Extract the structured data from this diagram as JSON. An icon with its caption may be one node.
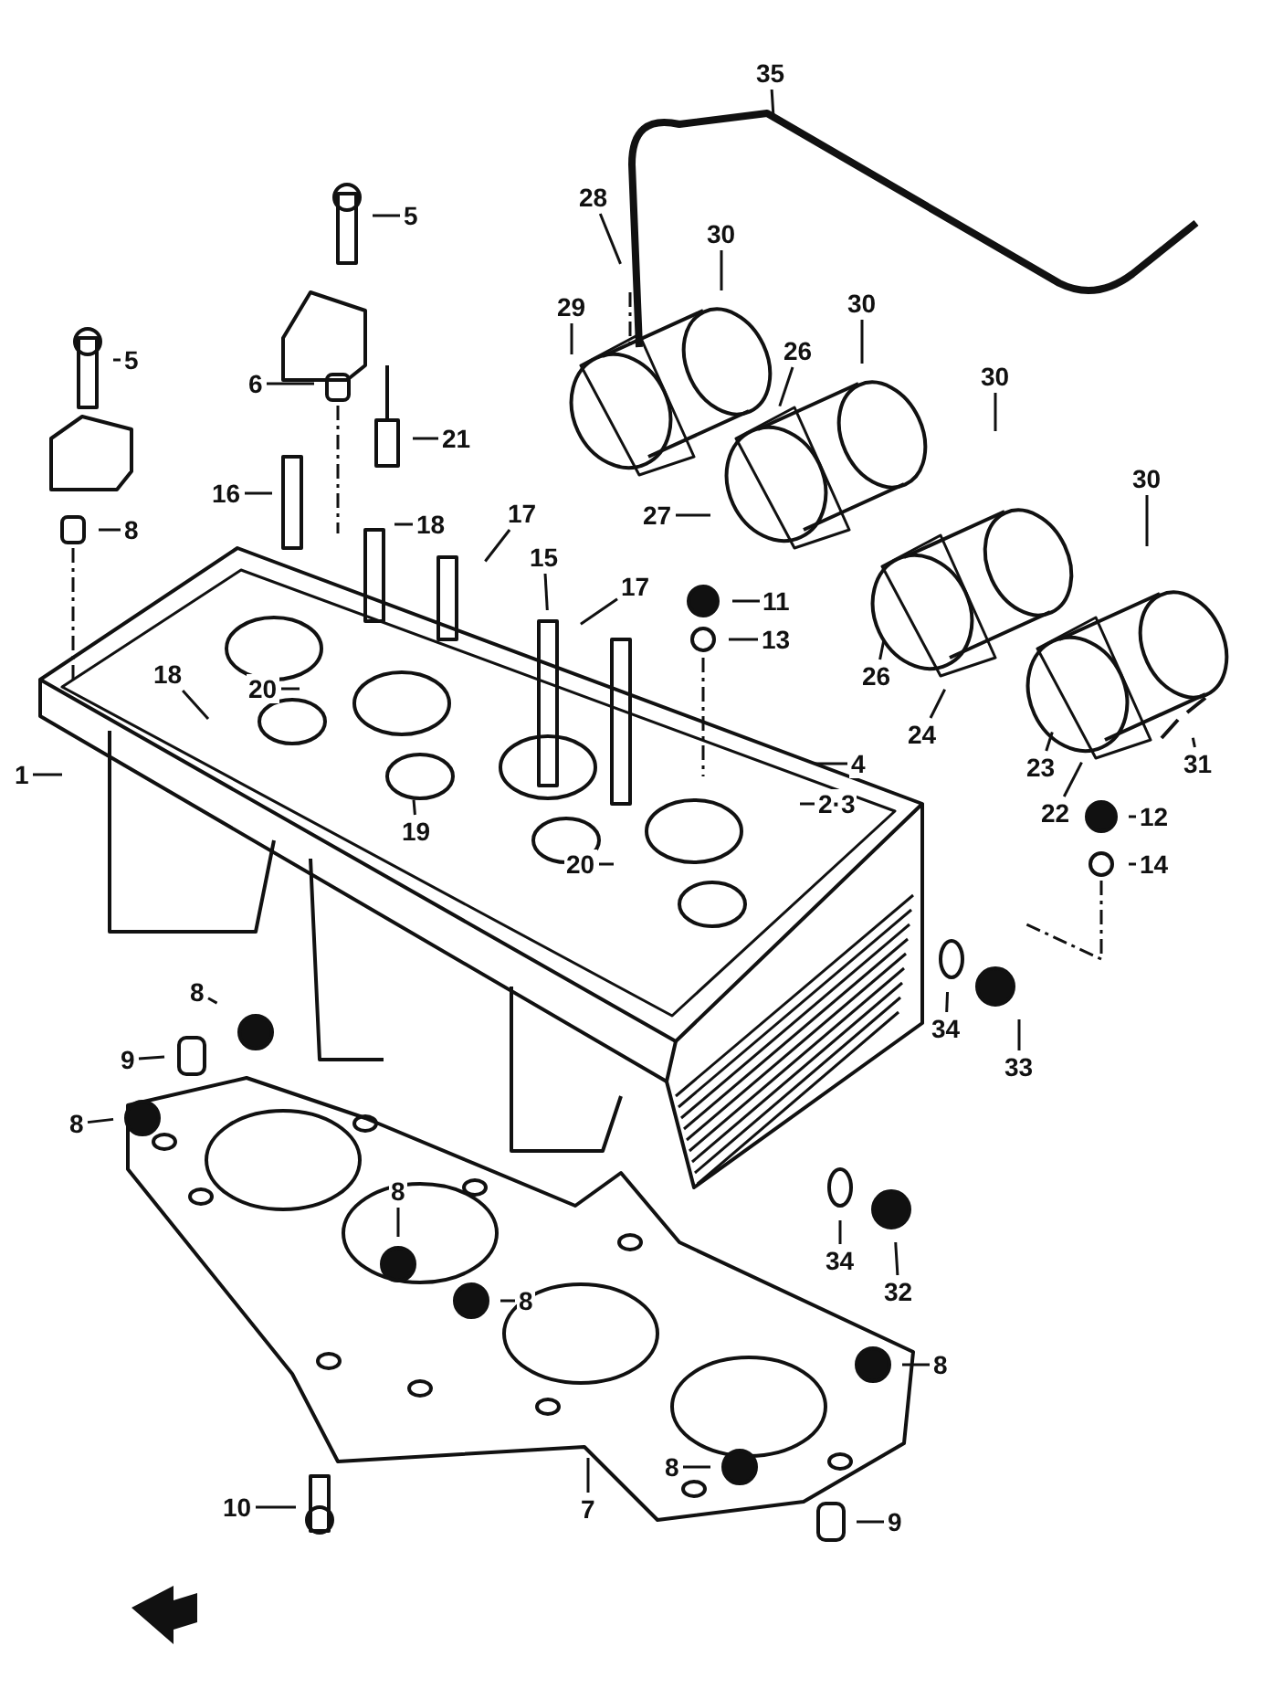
{
  "diagram": {
    "nodes": [
      {
        "text": [
          "35"
        ]
      },
      {
        "text": [
          "28"
        ]
      },
      {
        "text": [
          "30"
        ]
      },
      {
        "text": [
          "29"
        ]
      },
      {
        "text": [
          "5"
        ]
      },
      {
        "text": [
          "30"
        ]
      },
      {
        "text": [
          "26"
        ]
      },
      {
        "text": [
          "5"
        ]
      },
      {
        "text": [
          "30"
        ]
      },
      {
        "text": [
          "6"
        ]
      },
      {
        "text": [
          "21"
        ]
      },
      {
        "text": [
          "16"
        ]
      },
      {
        "text": [
          "30"
        ]
      },
      {
        "text": [
          "8"
        ]
      },
      {
        "text": [
          "18"
        ]
      },
      {
        "text": [
          "17"
        ]
      },
      {
        "text": [
          "27"
        ]
      },
      {
        "text": [
          "15"
        ]
      },
      {
        "text": [
          "17"
        ]
      },
      {
        "text": [
          "11"
        ]
      },
      {
        "text": [
          "13"
        ]
      },
      {
        "text": [
          "18"
        ]
      },
      {
        "text": [
          "20"
        ]
      },
      {
        "text": [
          "26"
        ]
      },
      {
        "text": [
          "31"
        ]
      },
      {
        "text": [
          "24"
        ]
      },
      {
        "text": [
          "4"
        ]
      },
      {
        "text": [
          "1"
        ]
      },
      {
        "text": [
          "23"
        ]
      },
      {
        "text": [
          "2·3"
        ]
      },
      {
        "text": [
          "22"
        ]
      },
      {
        "text": [
          "12"
        ]
      },
      {
        "text": [
          "19"
        ]
      },
      {
        "text": [
          "20"
        ]
      },
      {
        "text": [
          "14"
        ]
      },
      {
        "text": [
          "8"
        ]
      },
      {
        "text": [
          "34"
        ]
      },
      {
        "text": [
          "9"
        ]
      },
      {
        "text": [
          "33"
        ]
      },
      {
        "text": [
          "8"
        ]
      },
      {
        "text": [
          "8"
        ]
      },
      {
        "text": [
          "34"
        ]
      },
      {
        "text": [
          "32"
        ]
      },
      {
        "text": [
          "8"
        ]
      },
      {
        "text": [
          "8"
        ]
      },
      {
        "text": [
          "8"
        ]
      },
      {
        "text": [
          "10"
        ]
      },
      {
        "text": [
          "7"
        ]
      },
      {
        "text": [
          "9"
        ]
      }
    ],
    "edges": [
      {
        "from": 0,
        "to": null,
        "arrow": "none"
      },
      {
        "from": 1,
        "to": null,
        "arrow": "none"
      },
      {
        "from": 2,
        "to": null,
        "arrow": "none"
      },
      {
        "from": 3,
        "to": null,
        "arrow": "none"
      },
      {
        "from": 4,
        "to": null,
        "arrow": "none"
      },
      {
        "from": 5,
        "to": null,
        "arrow": "none"
      },
      {
        "from": 6,
        "to": null,
        "arrow": "none"
      },
      {
        "from": 7,
        "to": null,
        "arrow": "none"
      },
      {
        "from": 8,
        "to": null,
        "arrow": "none"
      },
      {
        "from": 9,
        "to": null,
        "arrow": "none"
      },
      {
        "from": 10,
        "to": null,
        "arrow": "none"
      },
      {
        "from": 11,
        "to": null,
        "arrow": "none"
      },
      {
        "from": 12,
        "to": null,
        "arrow": "none"
      },
      {
        "from": 13,
        "to": null,
        "arrow": "none"
      },
      {
        "from": 14,
        "to": null,
        "arrow": "none"
      },
      {
        "from": 15,
        "to": null,
        "arrow": "none"
      },
      {
        "from": 16,
        "to": null,
        "arrow": "none"
      },
      {
        "from": 17,
        "to": null,
        "arrow": "none"
      },
      {
        "from": 18,
        "to": null,
        "arrow": "none"
      },
      {
        "from": 19,
        "to": null,
        "arrow": "none"
      },
      {
        "from": 20,
        "to": null,
        "arrow": "none"
      },
      {
        "from": 21,
        "to": null,
        "arrow": "none"
      },
      {
        "from": 22,
        "to": null,
        "arrow": "none"
      },
      {
        "from": 23,
        "to": null,
        "arrow": "none"
      },
      {
        "from": 24,
        "to": null,
        "arrow": "none"
      },
      {
        "from": 25,
        "to": null,
        "arrow": "none"
      },
      {
        "from": 26,
        "to": null,
        "arrow": "none"
      },
      {
        "from": 27,
        "to": null,
        "arrow": "none"
      },
      {
        "from": 28,
        "to": null,
        "arrow": "none"
      },
      {
        "from": 29,
        "to": null,
        "arrow": "none"
      },
      {
        "from": 30,
        "to": null,
        "arrow": "none"
      },
      {
        "from": 31,
        "to": null,
        "arrow": "none"
      },
      {
        "from": 32,
        "to": null,
        "arrow": "none"
      },
      {
        "from": 33,
        "to": null,
        "arrow": "none"
      },
      {
        "from": 34,
        "to": null,
        "arrow": "none"
      },
      {
        "from": 35,
        "to": null,
        "arrow": "none"
      },
      {
        "from": 36,
        "to": null,
        "arrow": "none"
      },
      {
        "from": 37,
        "to": null,
        "arrow": "none"
      },
      {
        "from": 38,
        "to": null,
        "arrow": "none"
      },
      {
        "from": 39,
        "to": null,
        "arrow": "none"
      },
      {
        "from": 40,
        "to": null,
        "arrow": "none"
      },
      {
        "from": 41,
        "to": null,
        "arrow": "none"
      },
      {
        "from": 42,
        "to": null,
        "arrow": "none"
      },
      {
        "from": 43,
        "to": null,
        "arrow": "none"
      },
      {
        "from": 44,
        "to": null,
        "arrow": "none"
      },
      {
        "from": 45,
        "to": null,
        "arrow": "none"
      },
      {
        "from": 46,
        "to": null,
        "arrow": "none"
      },
      {
        "from": 47,
        "to": null,
        "arrow": "none"
      },
      {
        "from": 48,
        "to": null,
        "arrow": "none"
      }
    ]
  }
}
